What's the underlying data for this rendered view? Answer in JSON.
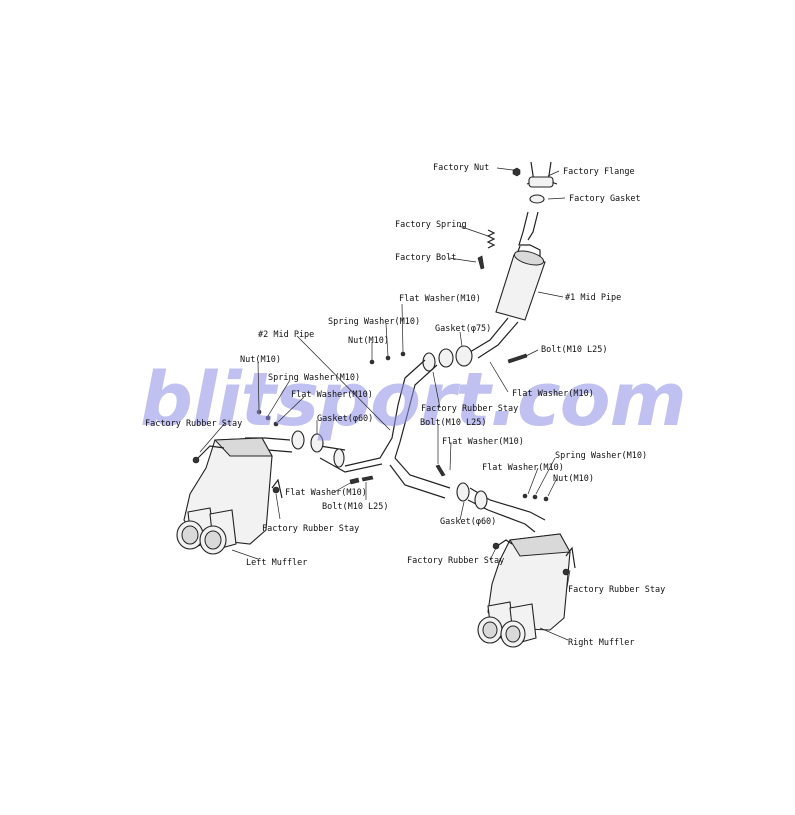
{
  "watermark": "blitsport.com",
  "labels": {
    "factory_nut": "Factory Nut",
    "factory_flange": "Factory Flange",
    "factory_gasket": "Factory Gasket",
    "factory_spring": "Factory Spring",
    "factory_bolt": "Factory Bolt",
    "mid_pipe_1": "#1 Mid Pipe",
    "flat_washer_top": "Flat Washer(M10)",
    "spring_washer_top": "Spring Washer(M10)",
    "gasket_75": "Gasket(φ75)",
    "mid_pipe_2": "#2 Mid Pipe",
    "nut_top": "Nut(M10)",
    "bolt_top": "Bolt(M10 L25)",
    "nut_left": "Nut(M10)",
    "spring_washer_left": "Spring Washer(M10)",
    "flat_washer_left": "Flat Washer(M10)",
    "flat_washer_center": "Flat Washer(M10)",
    "factory_rubber_stay_left": "Factory Rubber Stay",
    "gasket_60_left": "Gasket(φ60)",
    "factory_rubber_stay_center": "Factory Rubber Stay",
    "bolt_center": "Bolt(M10 L25)",
    "flat_washer_center2": "Flat Washer(M10)",
    "spring_washer_right": "Spring Washer(M10)",
    "flat_washer_right": "Flat Washer(M10)",
    "nut_right": "Nut(M10)",
    "flat_washer_bottom_left": "Flat Washer(M10)",
    "bolt_bottom_left": "Bolt(M10 L25)",
    "factory_rubber_stay_bottom_left": "Factory Rubber Stay",
    "gasket_60_right": "Gasket(φ60)",
    "left_muffler": "Left Muffler",
    "factory_rubber_stay_bottom_right": "Factory Rubber Stay",
    "factory_rubber_stay_right": "Factory Rubber Stay",
    "right_muffler": "Right Muffler"
  }
}
